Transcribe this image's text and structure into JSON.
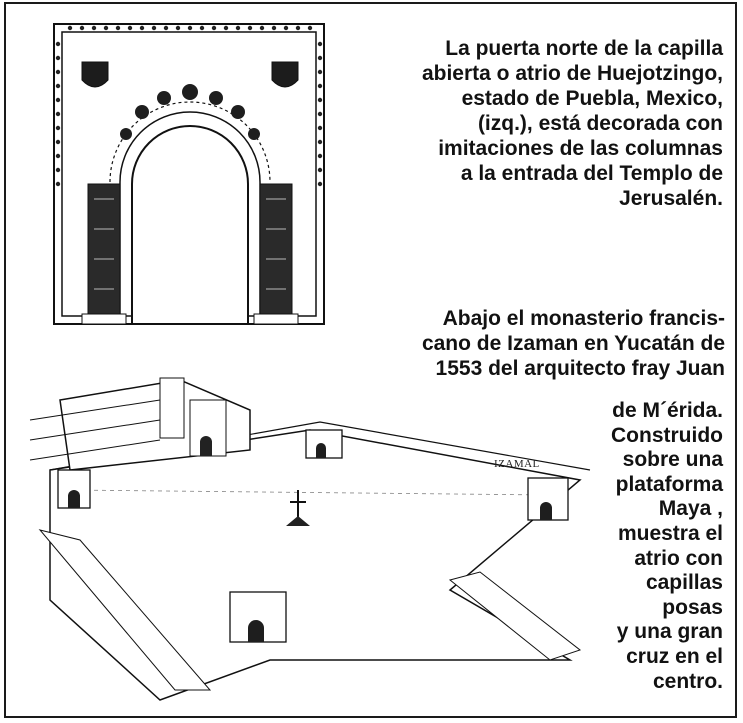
{
  "caption_top": {
    "lines": [
      "La puerta norte de la capilla",
      "abierta o atrio de Huejotzingo,",
      "estado de Puebla, Mexico,",
      "(izq.), está decorada con",
      "imitaciones de las columnas",
      "a la entrada del Templo de",
      "Jerusalén."
    ]
  },
  "caption_bottom": {
    "lines": [
      "Abajo el monasterio francis-",
      "cano de Izaman en Yucatán de",
      "1553 del arquitecto fray Juan"
    ],
    "column_lines": [
      "de M´érida.",
      "Construido",
      "sobre una",
      "plataforma",
      "Maya ,",
      "muestra el",
      "atrio con",
      "capillas",
      "posas",
      "y una gran",
      "cruz en el",
      "centro."
    ]
  },
  "drawing_label": "IZAMAL"
}
